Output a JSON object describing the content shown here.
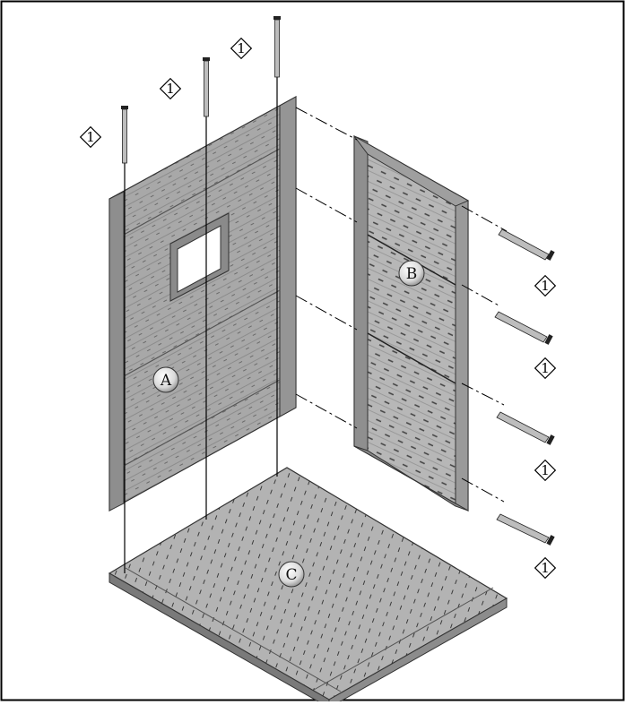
{
  "diagram": {
    "title": "",
    "parts": [
      {
        "id": "A",
        "label": "A"
      },
      {
        "id": "B",
        "label": "B"
      },
      {
        "id": "C",
        "label": "C"
      }
    ],
    "step_callouts": [
      {
        "label": "1"
      },
      {
        "label": "1"
      },
      {
        "label": "1"
      },
      {
        "label": "1"
      },
      {
        "label": "1"
      },
      {
        "label": "1"
      },
      {
        "label": "1"
      }
    ],
    "screws": {
      "vertical_count": 3,
      "horizontal_count": 4
    },
    "colors": {
      "panel_fill": "#a9a9a9",
      "panel_dark": "#7f7f7f",
      "panel_light": "#c4c4c4",
      "line": "#000000",
      "background": "#ffffff"
    }
  }
}
